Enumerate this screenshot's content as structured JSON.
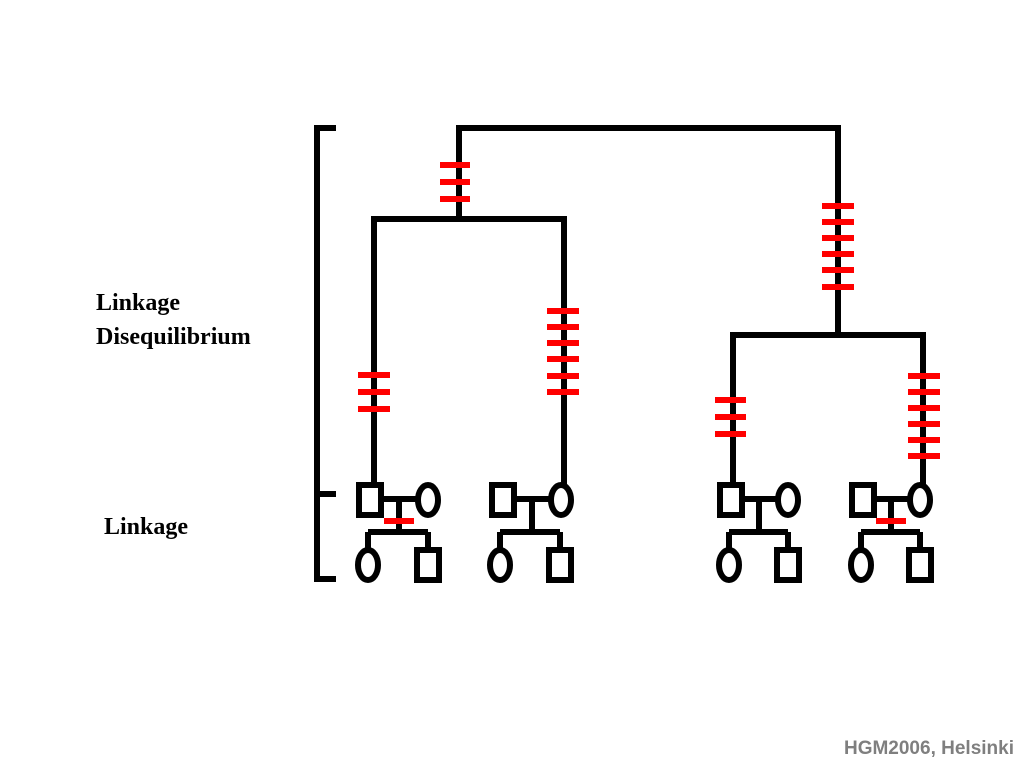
{
  "labels": {
    "ld_line1": "Linkage",
    "ld_line2": "Disequilibrium",
    "linkage": "Linkage"
  },
  "footer": "HGM2006, Helsinki",
  "colors": {
    "tree": "#000000",
    "mutation_marks": "#ff0000",
    "footer_text": "#7f7f7f"
  },
  "diagram": {
    "branches": [
      {
        "name": "root-left",
        "marks": 3
      },
      {
        "name": "root-right",
        "marks": 6
      },
      {
        "name": "left-left",
        "marks": 3
      },
      {
        "name": "left-right",
        "marks": 6
      },
      {
        "name": "right-left",
        "marks": 3
      },
      {
        "name": "right-right",
        "marks": 6
      }
    ],
    "pedigrees": [
      {
        "name": "pedigree-1",
        "recombination": true
      },
      {
        "name": "pedigree-2",
        "recombination": false
      },
      {
        "name": "pedigree-3",
        "recombination": false
      },
      {
        "name": "pedigree-4",
        "recombination": true
      }
    ]
  }
}
